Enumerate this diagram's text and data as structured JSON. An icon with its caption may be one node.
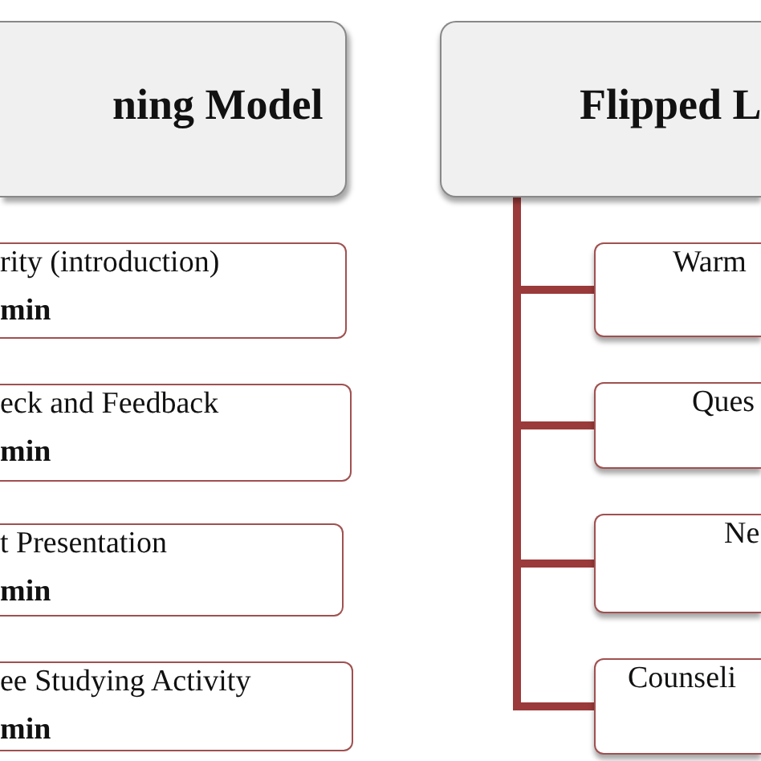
{
  "diagram": {
    "nodes": [
      {
        "text": [
          "ning Model"
        ]
      },
      {
        "text": [
          "rity (introduction)",
          "min"
        ]
      },
      {
        "text": [
          "eck and Feedback",
          "min"
        ]
      },
      {
        "text": [
          "t Presentation",
          "min"
        ]
      },
      {
        "text": [
          "ee Studying Activity",
          "min"
        ]
      },
      {
        "text": [
          "Flipped L"
        ]
      },
      {
        "text": [
          "Warm"
        ]
      },
      {
        "text": [
          "Ques"
        ]
      },
      {
        "text": [
          "Ne"
        ]
      },
      {
        "text": [
          "Counseli"
        ]
      }
    ],
    "edges": [
      {
        "from": 5,
        "to": 6,
        "arrow": "none"
      },
      {
        "from": 5,
        "to": 7,
        "arrow": "none"
      },
      {
        "from": 5,
        "to": 8,
        "arrow": "none"
      },
      {
        "from": 5,
        "to": 9,
        "arrow": "none"
      }
    ]
  }
}
